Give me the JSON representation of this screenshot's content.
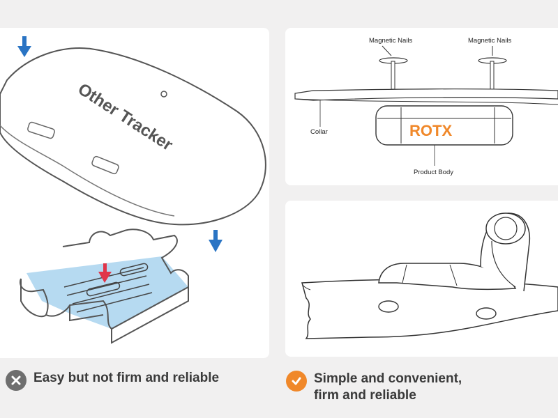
{
  "left_panel": {
    "tracker_label": "Other Tracker",
    "caption": "Easy but not firm and reliable"
  },
  "top_right_panel": {
    "nail_label_1": "Magnetic Nails",
    "nail_label_2": "Magnetic Nails",
    "collar_label": "Collar",
    "brand": "ROTX",
    "body_label": "Product Body"
  },
  "right_caption": {
    "line1": "Simple and convenient,",
    "line2": "firm and reliable"
  },
  "colors": {
    "background": "#f1f0f0",
    "arrow_blue": "#2a74c4",
    "arrow_red": "#e0364a",
    "holder_blue": "#a9d3ee",
    "brand_orange": "#f0882a",
    "x_badge": "#6e6e6e"
  },
  "icons": [
    "down-arrow-icon",
    "close-circle-icon",
    "check-circle-icon"
  ]
}
